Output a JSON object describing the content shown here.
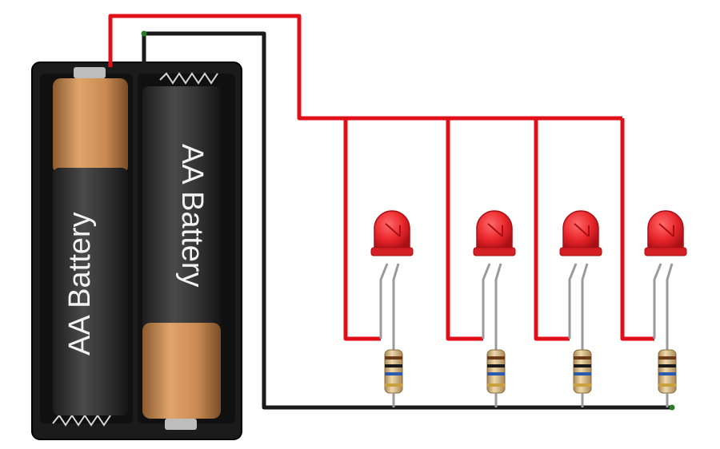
{
  "batteries": [
    {
      "label": "AA Battery",
      "orientation": "down"
    },
    {
      "label": "AA Battery",
      "orientation": "up"
    }
  ],
  "leds": [
    {
      "id": 1,
      "color": "red"
    },
    {
      "id": 2,
      "color": "red"
    },
    {
      "id": 3,
      "color": "red"
    },
    {
      "id": 4,
      "color": "red"
    }
  ],
  "resistors": [
    {
      "id": 1
    },
    {
      "id": 2
    },
    {
      "id": 3
    },
    {
      "id": 4
    }
  ],
  "wires": {
    "positive_color": "#e0101a",
    "negative_color": "#1a1a1a",
    "junction_color": "#2a7a2a"
  },
  "colors": {
    "holder": "#1f1f1f",
    "battery_body": "#2a2a2a",
    "battery_copper": "#c98a52",
    "led": "#e8262a",
    "resistor_body": "#d9b98a"
  }
}
